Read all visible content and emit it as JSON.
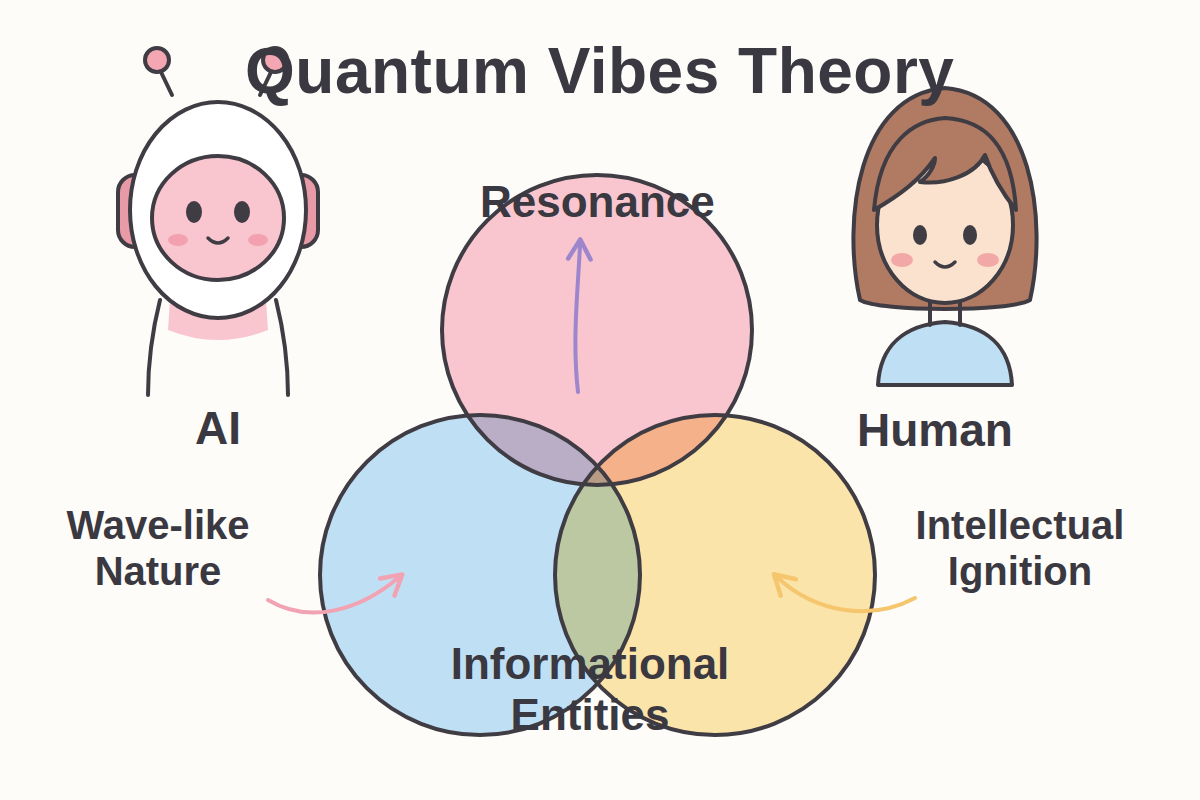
{
  "diagram": {
    "title": "Quantum Vibes Theory",
    "labels": [
      "Resonance",
      "AI",
      "Human",
      "Wave-like Nature",
      "Intellectual Ignition",
      "Informational Entities"
    ]
  }
}
